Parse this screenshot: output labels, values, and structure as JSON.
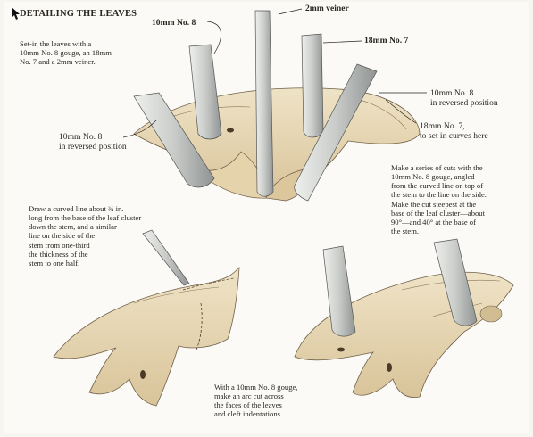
{
  "page": {
    "title": "DETAILING THE LEAVES",
    "intro": [
      "Set-in the leaves with a",
      "10mm No. 8 gouge, an 18mm",
      "No. 7 and a 2mm veiner."
    ],
    "labels": {
      "top_gouge_10mm": "10mm No. 8",
      "veiner": "2mm veiner",
      "gouge_18mm": "18mm No. 7",
      "right_reversed": [
        "10mm No. 8",
        "in reversed position"
      ],
      "right_curves": [
        "18mm No. 7,",
        "to set in curves here"
      ],
      "left_reversed": [
        "10mm No. 8",
        "in reversed position"
      ]
    },
    "cuts_paragraph": [
      "Make a series of cuts with the",
      "10mm No. 8 gouge, angled",
      "from the curved line on top of",
      "the stem to the line on the side.",
      "Make the cut steepest at the",
      "base of the leaf cluster—about",
      "90°—and 40° at the base of",
      "the stem."
    ],
    "curved_line_paragraph": [
      "Draw a curved line about ¾ in.",
      "long from the base of the leaf cluster",
      "down the stem, and a similar",
      "line on the side of the",
      "stem from one-third",
      "the thickness of the",
      "stem to one half."
    ],
    "arc_paragraph": [
      "With a 10mm No. 8 gouge,",
      "make an arc cut across",
      "the faces of the leaves",
      "and cleft indentations."
    ]
  },
  "colors": {
    "wood": "#e8d9b5",
    "wood_shadow": "#cdb68a",
    "tool": "#d9dbd8",
    "tool_shadow": "#9ea1a0",
    "ink": "#2a2622"
  },
  "icons": [
    "mouse-pointer-icon"
  ]
}
